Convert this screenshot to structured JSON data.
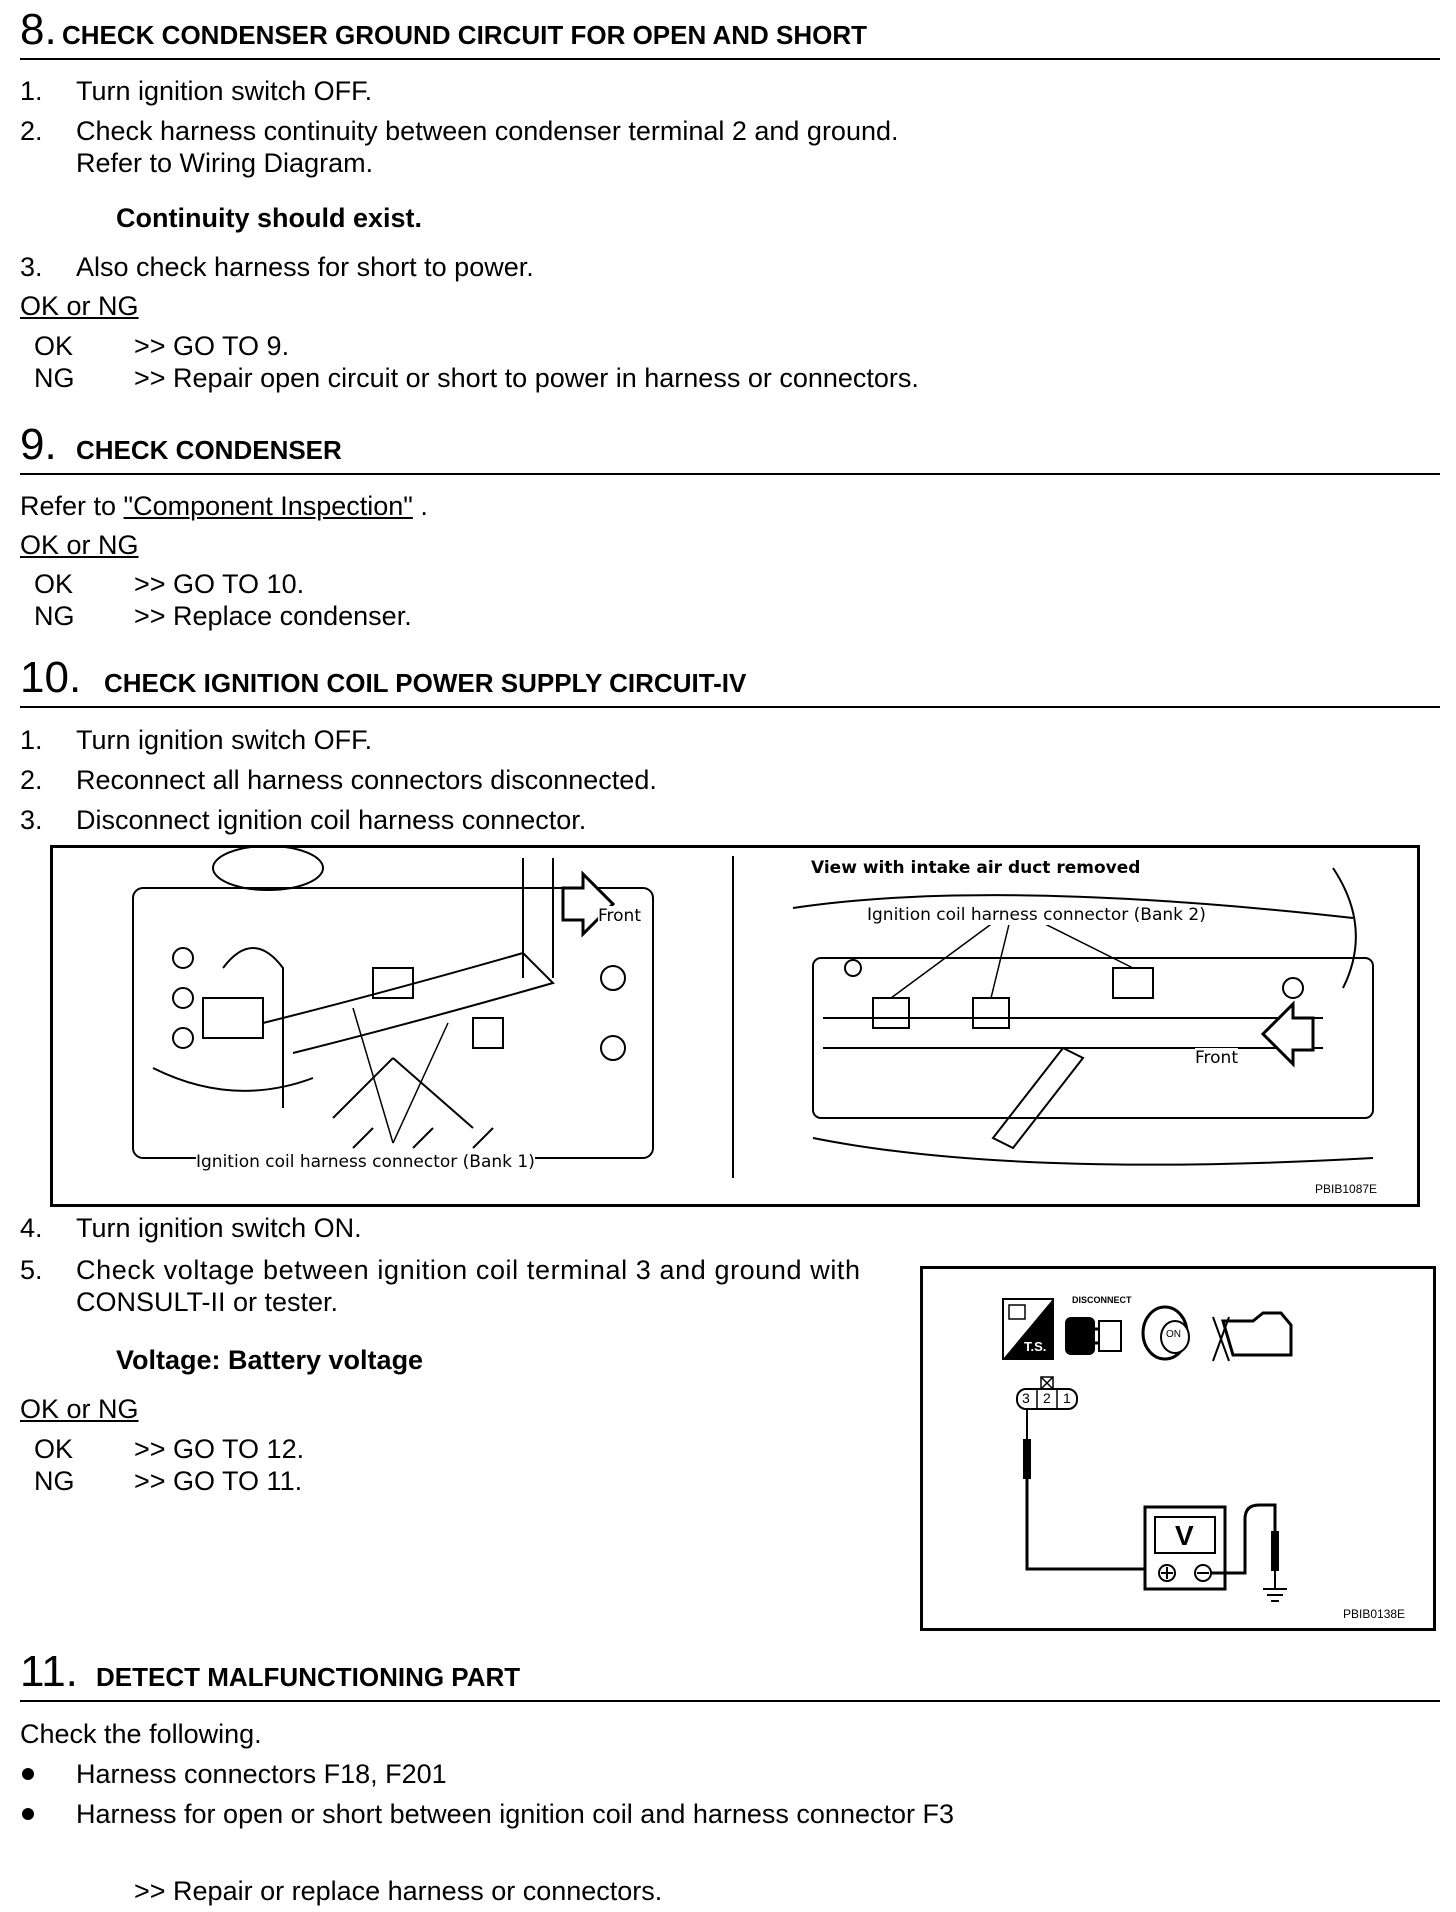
{
  "sections": {
    "s8": {
      "number": "8.",
      "title": "CHECK CONDENSER GROUND CIRCUIT FOR OPEN AND SHORT",
      "steps": [
        {
          "n": "1.",
          "text": "Turn ignition switch OFF."
        },
        {
          "n": "2.",
          "text": "Check harness continuity between condenser terminal 2 and ground.",
          "text2": "Refer to Wiring Diagram."
        },
        {
          "n": "3.",
          "text": "Also check harness for short to power."
        }
      ],
      "spec": "Continuity should exist.",
      "ok_ng": "OK or NG",
      "ok": {
        "key": "OK",
        "value": ">> GO TO 9."
      },
      "ng": {
        "key": "NG",
        "value": ">> Repair open circuit or short to power in harness or connectors."
      }
    },
    "s9": {
      "number": "9.",
      "title": "CHECK CONDENSER",
      "refer_prefix": "Refer to ",
      "refer_link": "\"Component Inspection\"",
      "refer_suffix": " .",
      "ok_ng": "OK or NG",
      "ok": {
        "key": "OK",
        "value": ">> GO TO 10."
      },
      "ng": {
        "key": "NG",
        "value": ">> Replace condenser."
      }
    },
    "s10": {
      "number": "10.",
      "title": "CHECK IGNITION COIL POWER SUPPLY CIRCUIT-IV",
      "steps": [
        {
          "n": "1.",
          "text": "Turn ignition switch OFF."
        },
        {
          "n": "2.",
          "text": "Reconnect all harness connectors disconnected."
        },
        {
          "n": "3.",
          "text": "Disconnect ignition coil harness connector."
        },
        {
          "n": "4.",
          "text": "Turn ignition switch ON."
        },
        {
          "n": "5.",
          "text": "Check voltage between ignition coil terminal 3 and ground with",
          "text2": "CONSULT-II or tester."
        }
      ],
      "spec": "Voltage: Battery voltage",
      "ok_ng": "OK or NG",
      "ok": {
        "key": "OK",
        "value": ">> GO TO 12."
      },
      "ng": {
        "key": "NG",
        "value": ">> GO TO 11."
      }
    },
    "s11": {
      "number": "11.",
      "title": "DETECT MALFUNCTIONING PART",
      "intro": "Check the following.",
      "bullets": [
        "Harness connectors F18, F201",
        "Harness for open or short between ignition coil and harness connector F3"
      ],
      "result": ">> Repair or replace harness or connectors."
    }
  },
  "figure1": {
    "front_left": "Front",
    "label_bank1": "Ignition coil harness connector (Bank 1)",
    "view_caption": "View with intake air duct removed",
    "label_bank2": "Ignition coil harness connector (Bank 2)",
    "front_right": "Front",
    "code": "PBIB1087E"
  },
  "figure2": {
    "disconnect": "DISCONNECT",
    "ts": "T.S.",
    "on": "ON",
    "pins": [
      "3",
      "2",
      "1"
    ],
    "meter": "V",
    "code": "PBIB0138E"
  }
}
